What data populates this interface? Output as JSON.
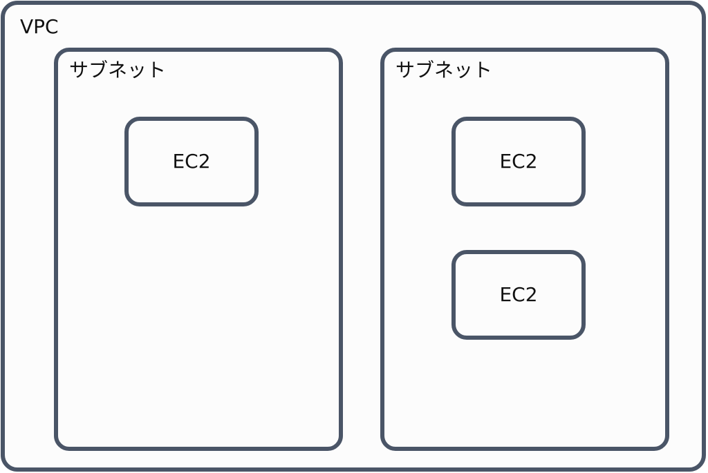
{
  "vpc": {
    "label": "VPC",
    "subnets": [
      {
        "label": "サブネット",
        "instances": [
          {
            "label": "EC2"
          }
        ]
      },
      {
        "label": "サブネット",
        "instances": [
          {
            "label": "EC2"
          },
          {
            "label": "EC2"
          }
        ]
      }
    ]
  },
  "colors": {
    "border": "#4a5567",
    "fill": "#fcfcfc",
    "text": "#111111"
  }
}
